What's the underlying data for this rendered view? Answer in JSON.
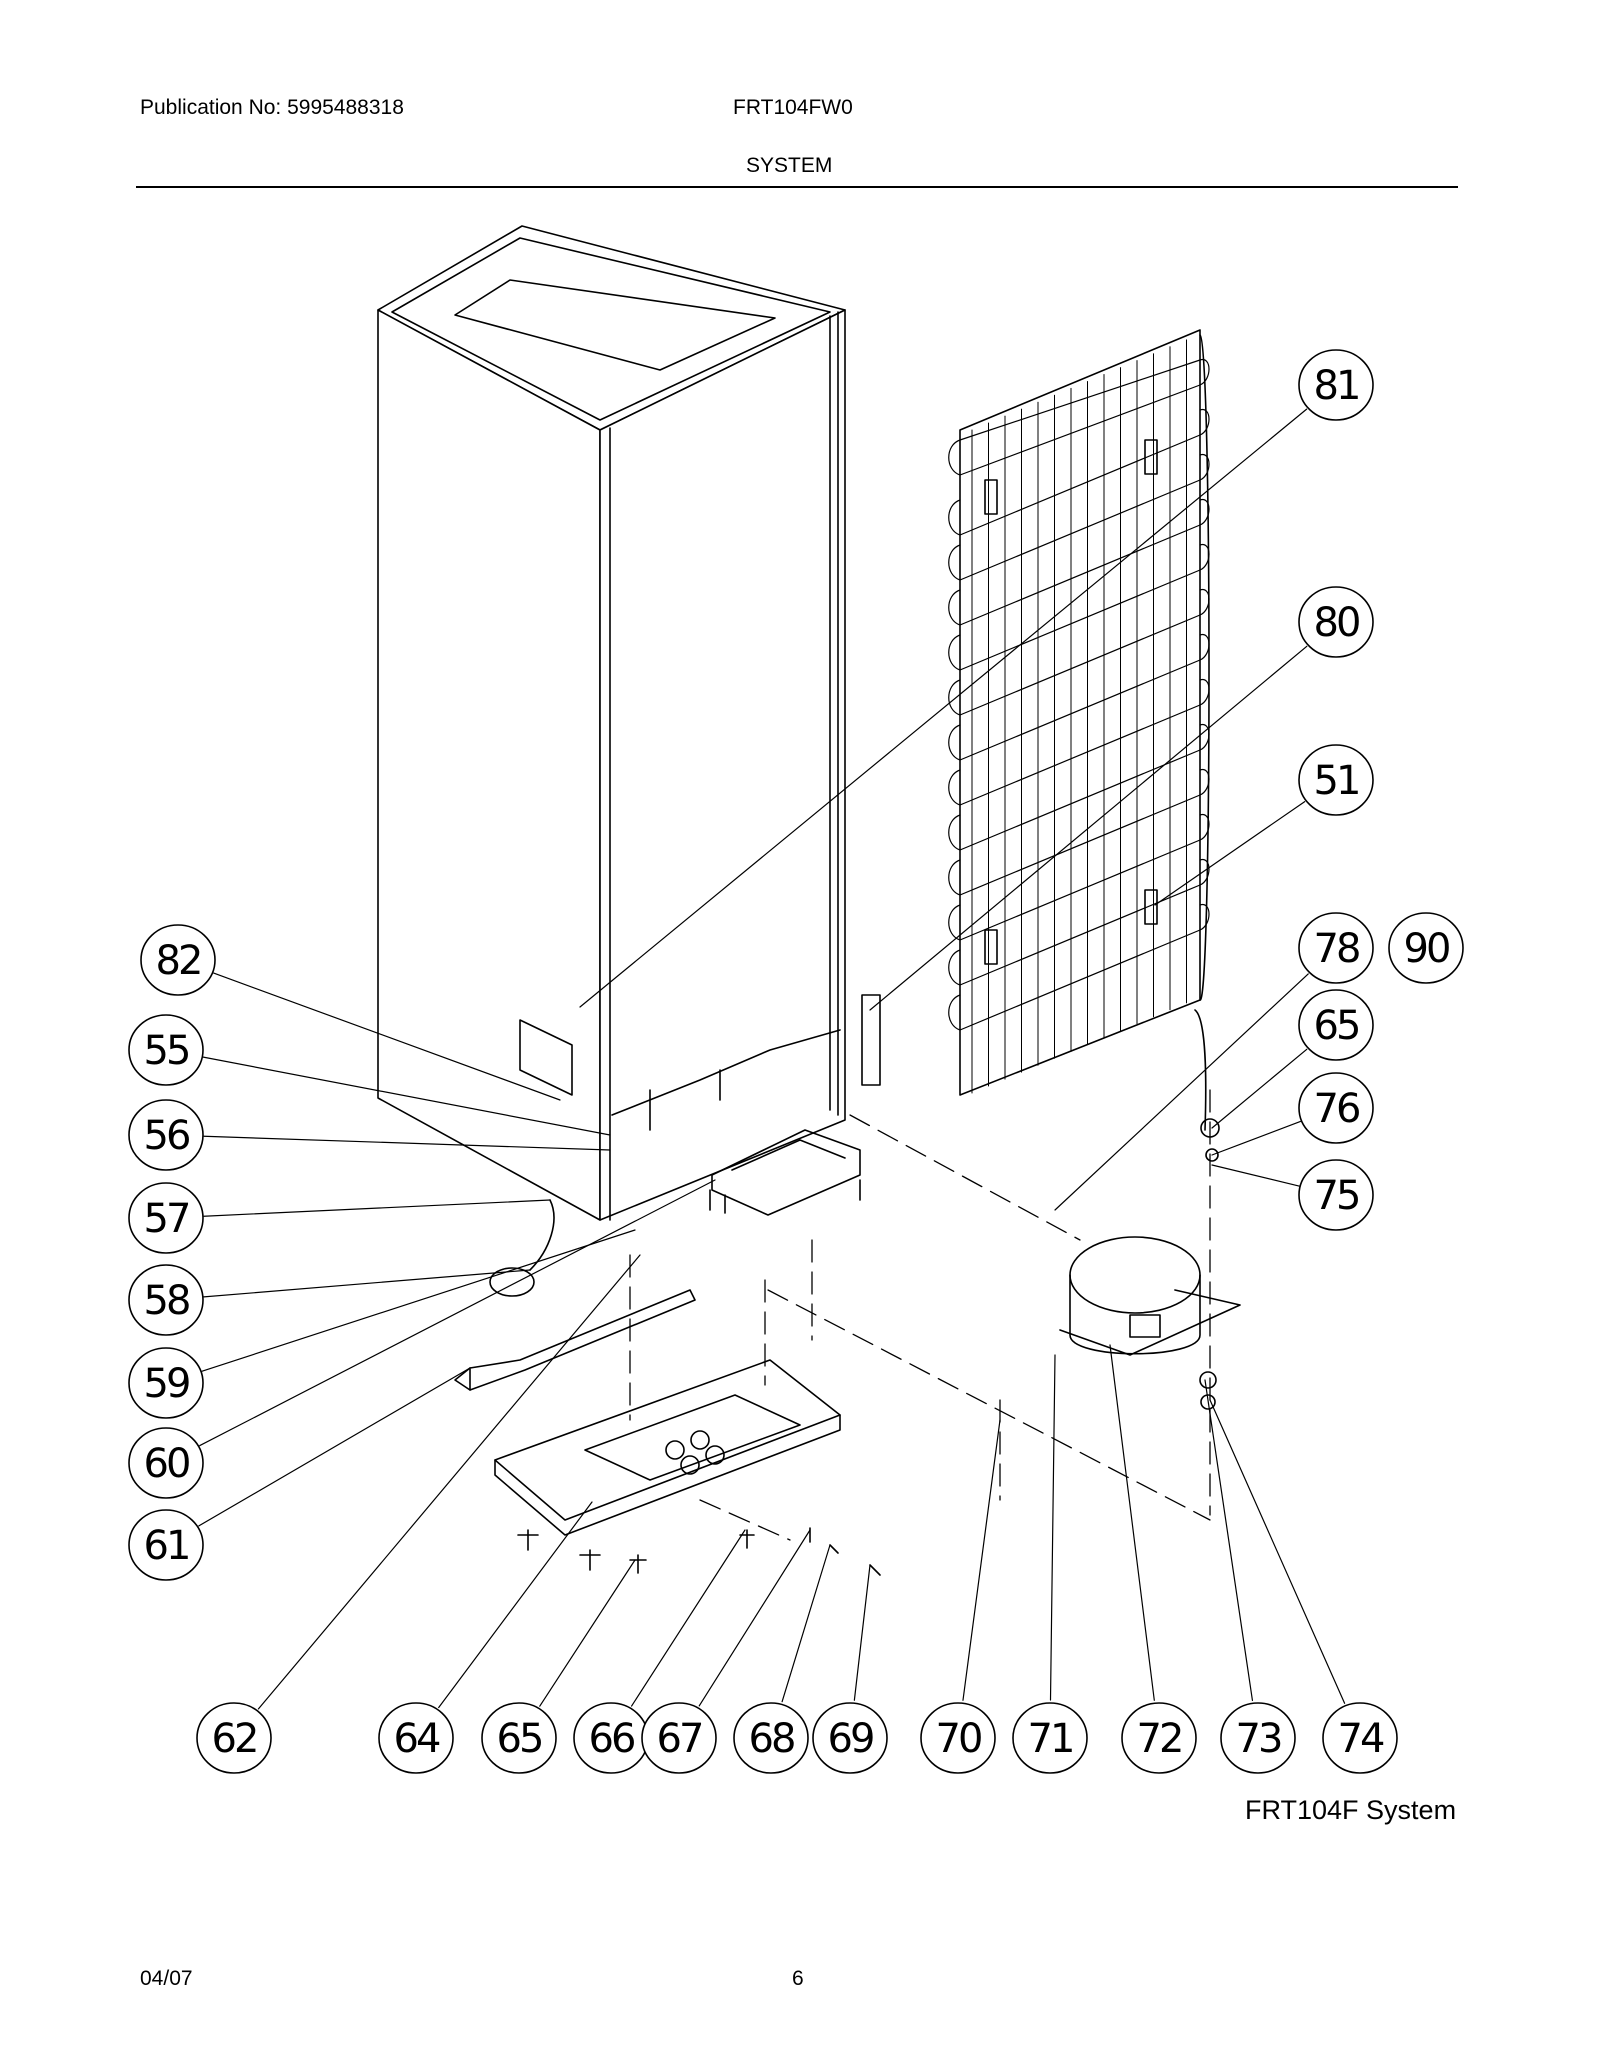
{
  "header": {
    "publication": "Publication No: 5995488318",
    "model": "FRT104FW0",
    "section": "SYSTEM"
  },
  "caption": "FRT104F System",
  "footer": {
    "date": "04/07",
    "page": "6"
  },
  "callouts": [
    {
      "n": "81"
    },
    {
      "n": "80"
    },
    {
      "n": "51"
    },
    {
      "n": "78"
    },
    {
      "n": "90"
    },
    {
      "n": "65"
    },
    {
      "n": "76"
    },
    {
      "n": "75"
    },
    {
      "n": "82"
    },
    {
      "n": "55"
    },
    {
      "n": "56"
    },
    {
      "n": "57"
    },
    {
      "n": "58"
    },
    {
      "n": "59"
    },
    {
      "n": "60"
    },
    {
      "n": "61"
    },
    {
      "n": "62"
    },
    {
      "n": "64"
    },
    {
      "n": "65"
    },
    {
      "n": "66"
    },
    {
      "n": "67"
    },
    {
      "n": "68"
    },
    {
      "n": "69"
    },
    {
      "n": "70"
    },
    {
      "n": "71"
    },
    {
      "n": "72"
    },
    {
      "n": "73"
    },
    {
      "n": "74"
    }
  ]
}
